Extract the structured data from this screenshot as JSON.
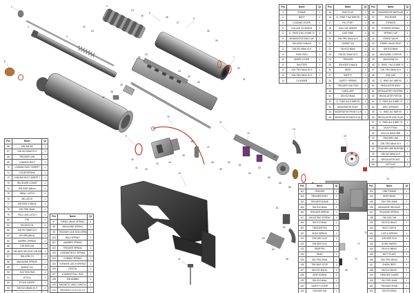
{
  "tables": {
    "t1": {
      "header": [
        "Pos",
        "Name",
        "Qt"
      ],
      "rows": [
        [
          "1",
          "FRAME",
          "1"
        ],
        [
          "2",
          "BODY",
          "1"
        ],
        [
          "3",
          "LOADING LEVER",
          "1"
        ],
        [
          "4",
          "COLLAR 3.5 SEMTN",
          "1"
        ],
        [
          "5",
          "O - RING 6.5x1.5 NBR 70",
          "1"
        ],
        [
          "6",
          "MODERATOR END CAP",
          "1"
        ],
        [
          "7",
          "DIN 6325 3 M6x16",
          "2"
        ],
        [
          "8",
          "DIN 912 M5x6 10.9",
          "1"
        ],
        [
          "9",
          "PUSH ROD",
          "1"
        ],
        [
          "10",
          "INNER COVER",
          "1"
        ],
        [
          "11",
          "SHUTTER",
          "1"
        ],
        [
          "12",
          "DIN 7991 M4x6 10.9",
          "1"
        ],
        [
          "13",
          "DIN 7991 M4x6 10.9",
          "1"
        ],
        [
          "14",
          "CYLINDER",
          "1"
        ]
      ]
    },
    "t2": {
      "header": [
        "Pos",
        "Name",
        "Qt"
      ],
      "rows": [
        [
          "15",
          "END PLUG",
          "1"
        ],
        [
          "16",
          "O - RING 7.5x2 NBR 90",
          "1"
        ],
        [
          "17",
          "FILL PORT",
          "1"
        ],
        [
          "18",
          "GAS CAP INSERT",
          "1"
        ],
        [
          "19",
          "GAS TANK",
          "1"
        ],
        [
          "20",
          "DIN 7991 M4x6 10.9",
          "1"
        ],
        [
          "21",
          "GASKET D4",
          "1"
        ],
        [
          "22",
          "DIN 912 M5x6",
          "1"
        ],
        [
          "23",
          "DIN 912 M4x6 10.9",
          "1"
        ],
        [
          "24",
          "TRIGGER",
          "1"
        ],
        [
          "25",
          "DIN 6325 3 M6x16",
          "1"
        ],
        [
          "26",
          "SEAR",
          "1"
        ],
        [
          "27",
          "SAFETY",
          "1"
        ],
        [
          "28",
          "SAFETY SPRING",
          "1"
        ],
        [
          "29",
          "TRIGGER LINK ROD",
          "1"
        ],
        [
          "30",
          "CAPILLARY",
          "1"
        ],
        [
          "31",
          "DIN 912 M4x6",
          "1"
        ],
        [
          "32",
          "O - RING 6x1.5 NBR 90",
          "1"
        ],
        [
          "33",
          "MODERATOR BODY",
          "1"
        ],
        [
          "34",
          "MODERATOR FRONT & END CAP",
          "1"
        ],
        [
          "35",
          "MODERATOR BAFFLE ALIGNMENT",
          "1"
        ]
      ]
    },
    "t3": {
      "header": [
        "Pos",
        "Name",
        "Qt"
      ],
      "rows": [
        [
          "36",
          "MODERATOR BAFFLES",
          "6"
        ],
        [
          "37",
          "RECEIVER",
          "1"
        ],
        [
          "38",
          "STRIKER",
          "1"
        ],
        [
          "39",
          "STRIKER SPRING",
          "1"
        ],
        [
          "40",
          "SPRING CAP",
          "1"
        ],
        [
          "41",
          "FIRING VALVE",
          "1"
        ],
        [
          "42",
          "FIRING VALVE SEAT",
          "1"
        ],
        [
          "43",
          "DIN 913 M6x6",
          "1"
        ],
        [
          "44",
          "MAGAZINE CORPUS",
          "1"
        ],
        [
          "45",
          "MAGAZINE D4",
          "1"
        ],
        [
          "46",
          "O - RING 7.5x1.5 NBR 70",
          "1"
        ],
        [
          "47",
          "DIN 7991 M4x6 10.9",
          "1"
        ],
        [
          "48",
          "END CAP",
          "1"
        ],
        [
          "49",
          "O - RING 3x1 NBR 90",
          "2"
        ],
        [
          "50",
          "REGULATOR BODY",
          "1"
        ],
        [
          "51",
          "REGULATOR CONTROL",
          "1"
        ],
        [
          "52",
          "REGULATOR PISTON",
          "1"
        ],
        [
          "53",
          "O - RING 4x1.5 NBR 70",
          "1"
        ],
        [
          "54",
          "DISC SPRINGS",
          "8"
        ],
        [
          "55",
          "O - RING 3x1 NBR 90",
          "1"
        ],
        [
          "56",
          "REGULATOR END PLUG",
          "1"
        ],
        [
          "57",
          "O - RING 6x1.5 NBR 70",
          "1"
        ],
        [
          "58",
          "M10 FITTING",
          "1"
        ],
        [
          "59",
          "DIN 913 M4x6 NBR",
          "1"
        ],
        [
          "60",
          "TRIGGER LINK",
          "1"
        ],
        [
          "61",
          "DIN 7991 M4x6 10.9",
          "1"
        ],
        [
          "62",
          "TRIGGER LINK BUSHING",
          "1"
        ],
        [
          "63",
          "DIN 912 M5x8 10.9",
          "1"
        ],
        [
          "64",
          "REGULATOR NUT",
          "1"
        ],
        [
          "65",
          "M2 PLUG",
          "1"
        ]
      ]
    },
    "t4": {
      "header": [
        "Pos",
        "Name",
        "Qt"
      ],
      "rows": [
        [
          "66",
          "DIN 934 M2",
          "1"
        ],
        [
          "67",
          "DIN 912 M3x6 12.9",
          "1"
        ],
        [
          "68",
          "TRIGGER LINK",
          "1"
        ],
        [
          "69",
          "LOADING BOLT",
          "1"
        ],
        [
          "70",
          "LOADING BOLT INSERT",
          "1"
        ],
        [
          "71",
          "COUNTERSINK",
          "1"
        ],
        [
          "72",
          "LOADING BOLT INSERT 2",
          "1"
        ],
        [
          "73",
          "RECEIVER COVER",
          "1"
        ],
        [
          "74",
          "DIN 6325 3x8mm",
          "1"
        ],
        [
          "75",
          "SMALL LATCH",
          "1"
        ],
        [
          "76",
          "M6 LATCH",
          "1"
        ],
        [
          "77",
          "DIN 6325 3 M6x16",
          "1"
        ],
        [
          "78",
          "DIN 7991 M4x6",
          "1"
        ],
        [
          "79",
          "PULL LINK LATCH",
          "1"
        ],
        [
          "80",
          "PIN",
          "1"
        ],
        [
          "81",
          "DIN 9021 D4",
          "1"
        ],
        [
          "82",
          "DIN 912 M5x8 10.9",
          "1"
        ],
        [
          "83",
          "DIN 985 (M6x1)",
          "1"
        ],
        [
          "84",
          "BARREL SPRING",
          "1"
        ],
        [
          "85",
          "DIN 6325 2x8",
          "1"
        ],
        [
          "86",
          "DIN 6325 GROOVE DIN 6325 3x11",
          "1"
        ],
        [
          "87",
          "DIN 6799 2.3",
          "1"
        ],
        [
          "88",
          "MAGAZINE SPRING",
          "1"
        ],
        [
          "89",
          "BASKET D4",
          "1"
        ],
        [
          "90",
          "SUCTION PAD",
          "1"
        ],
        [
          "91",
          "STOCK",
          "1"
        ],
        [
          "92",
          "STOCK INSERT",
          "1"
        ],
        [
          "93",
          "DIN 912 M6x60 10.9",
          "1"
        ],
        [
          "94",
          "DIN 7991 M6x10 10.9",
          "1"
        ],
        [
          "95",
          "MODERATOR SPRING",
          "1"
        ],
        [
          "96",
          "DIN 7991 M4x16",
          "1"
        ]
      ]
    },
    "t5": {
      "header": [
        "Pos",
        "Name",
        "Qt"
      ],
      "rows": [
        [
          "97",
          "FIRING VALVE SPRING",
          "1"
        ],
        [
          "98",
          "MAGAZINE SPRING",
          "1"
        ],
        [
          "99",
          "TRIGGER LINK ROD SPRING",
          "1"
        ],
        [
          "100",
          "BALL SPRING",
          "1"
        ],
        [
          "101",
          "HAMMER SPRING",
          "1"
        ],
        [
          "102",
          "TRIGGER SPRING",
          "1"
        ],
        [
          "103",
          "LOADING BOLT SPRING",
          "1"
        ],
        [
          "104",
          "COMBAT SPRING",
          "1"
        ],
        [
          "105",
          "STRIKER LATCH SPRING",
          "1"
        ],
        [
          "106",
          "PISTON",
          "1"
        ],
        [
          "107",
          "LOADING PULL ROD",
          "1"
        ],
        [
          "108",
          "DIN 6438B6",
          "1"
        ],
        [
          "109",
          "MAGNETIC MAG 3 MM D4",
          "1"
        ],
        [
          "110",
          "DIN 6325 3 12.3 x 6.3 x 3",
          "1"
        ],
        [
          "111",
          "HAMMER BACKSTOCK",
          "1"
        ]
      ]
    },
    "t6": {
      "header": [
        "Pos",
        "Name",
        "Qt"
      ],
      "rows": [
        [
          "112",
          "TRIGGER",
          "1"
        ],
        [
          "113",
          "TRIGGER BODY",
          "1"
        ],
        [
          "114",
          "TRIGGER BLADE",
          "1"
        ],
        [
          "115",
          "DIN 912 M4x6",
          "1"
        ],
        [
          "116",
          "TRIGGER SPRING",
          "1"
        ],
        [
          "117",
          "ADJUSTING SCREW",
          "1"
        ],
        [
          "118",
          "DIN 913 M3x4",
          "2"
        ],
        [
          "119",
          "TRIGGER PIN",
          "1"
        ],
        [
          "120",
          "SEAR SPRING",
          "1"
        ],
        [
          "121",
          "DIN 1481 2x10",
          "1"
        ],
        [
          "122",
          "DIN 6325 2x12",
          "1"
        ],
        [
          "123",
          "SEAR PIN",
          "1"
        ],
        [
          "124",
          "SEAR",
          "1"
        ],
        [
          "125",
          "DIN 7991 M3x6",
          "1"
        ],
        [
          "126",
          "TRIGGER STOP",
          "1"
        ],
        [
          "127",
          "DIN 912 M3x10",
          "1"
        ],
        [
          "128",
          "GRIP SCREW",
          "2"
        ],
        [
          "129",
          "DIN 913 M4x4",
          "1"
        ],
        [
          "130",
          "SAFETY LEVER",
          "1"
        ],
        [
          "131",
          "DIN 6325 2x6",
          "1"
        ],
        [
          "132",
          "SAFETY PLATE",
          "1"
        ]
      ]
    },
    "t7": {
      "header": [
        "Pos",
        "Name",
        "Qt"
      ],
      "rows": [
        [
          "133",
          "GRIP FRAME",
          "1"
        ],
        [
          "134",
          "GRIP PANEL",
          "2"
        ],
        [
          "135",
          "DIN 7991 M4x8",
          "2"
        ],
        [
          "136",
          "MAGAZINE RELEASE",
          "1"
        ],
        [
          "137",
          "RELEASE SPRING",
          "1"
        ],
        [
          "138",
          "DIN 1481 2x8",
          "1"
        ],
        [
          "139",
          "DIN 912 M4x12",
          "2"
        ],
        [
          "140",
          "BOLT CATCH",
          "1"
        ],
        [
          "141",
          "CATCH SPRING",
          "1"
        ],
        [
          "142",
          "DIN 6325 2x10",
          "1"
        ],
        [
          "143",
          "SLING SWIVEL",
          "1"
        ],
        [
          "144",
          "DIN 912 M5x10",
          "1"
        ],
        [
          "145",
          "BUTT PLATE",
          "1"
        ],
        [
          "146",
          "DIN 7991 M5x12",
          "2"
        ],
        [
          "147",
          "CHEEK REST",
          "1"
        ],
        [
          "148",
          "DIN 912 M4x10",
          "2"
        ],
        [
          "149",
          "TRIGGER GUARD",
          "1"
        ],
        [
          "150",
          "DIN 7991 M3x8",
          "2"
        ],
        [
          "151",
          "TRIGGER SHOE",
          "1"
        ],
        [
          "152",
          "DIN 913 M3x3",
          "1"
        ]
      ]
    }
  },
  "callouts": [
    "1",
    "2",
    "3",
    "4",
    "5",
    "6",
    "7",
    "8",
    "9",
    "10",
    "11",
    "12",
    "13",
    "14",
    "15",
    "16",
    "17",
    "18",
    "19",
    "20",
    "21",
    "22",
    "23",
    "24",
    "25",
    "26",
    "27",
    "28",
    "29",
    "30",
    "31",
    "32",
    "33",
    "34",
    "35",
    "36",
    "37",
    "38",
    "39",
    "40",
    "41",
    "42",
    "43",
    "44",
    "45",
    "46",
    "47",
    "48",
    "49",
    "50",
    "51",
    "52",
    "53",
    "54",
    "55",
    "56",
    "57",
    "58",
    "59",
    "60",
    "61",
    "62",
    "63",
    "64",
    "65",
    "66",
    "67",
    "68",
    "69",
    "70",
    "71",
    "72",
    "73",
    "74",
    "75",
    "76",
    "77",
    "78",
    "79",
    "80"
  ],
  "colors": {
    "part_dark": "#3d3d3d",
    "part_mid": "#8a8a8a",
    "part_light": "#c8c8c8",
    "accent_red": "#c0392b",
    "accent_copper": "#b8733a",
    "accent_purple": "#6b3b72",
    "leader": "#555555"
  }
}
